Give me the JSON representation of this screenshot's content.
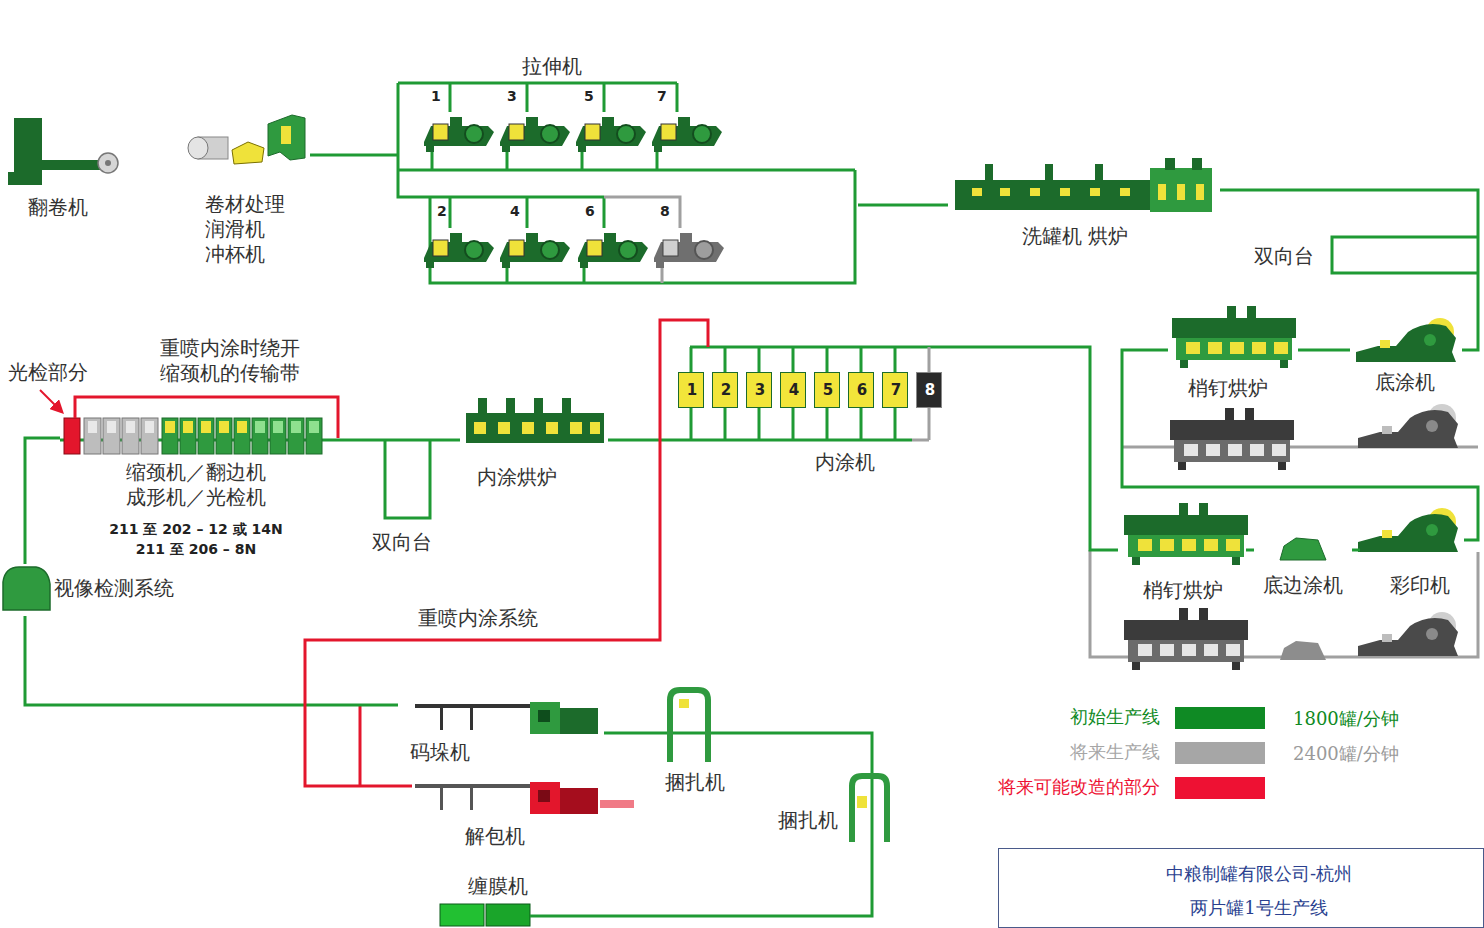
{
  "diagram": {
    "nodes": [
      {
        "text": [
          "翻卷机"
        ]
      },
      {
        "text": [
          "卷材处理 润滑机 冲杯机"
        ]
      },
      {
        "text": [
          "拉伸机"
        ]
      },
      {
        "text": [
          "洗罐机 烘炉"
        ]
      },
      {
        "text": [
          "双向台"
        ]
      },
      {
        "text": [
          "梢钉烘炉"
        ]
      },
      {
        "text": [
          "底涂机"
        ]
      },
      {
        "text": [
          "缩颈机／翻边机 成形机／光检机",
          "211 至 202 – 12 或 14N",
          "211 至 206 – 8N"
        ]
      },
      {
        "text": [
          "内涂烘炉"
        ]
      },
      {
        "text": [
          "内涂机"
        ]
      },
      {
        "text": [
          "1"
        ],
        "in": 9
      },
      {
        "text": [
          "2"
        ],
        "in": 9
      },
      {
        "text": [
          "3"
        ],
        "in": 9
      },
      {
        "text": [
          "4"
        ],
        "in": 9
      },
      {
        "text": [
          "5"
        ],
        "in": 9
      },
      {
        "text": [
          "6"
        ],
        "in": 9
      },
      {
        "text": [
          "7"
        ],
        "in": 9
      },
      {
        "text": [
          "8"
        ],
        "in": 9
      },
      {
        "text": [
          "双向台"
        ]
      },
      {
        "text": [
          "梢钉烘炉"
        ]
      },
      {
        "text": [
          "底边涂机"
        ]
      },
      {
        "text": [
          "彩印机"
        ]
      },
      {
        "text": [
          "视像检测系统"
        ]
      },
      {
        "text": [
          "码垛机"
        ]
      },
      {
        "text": [
          "捆扎机"
        ]
      },
      {
        "text": [
          "解包机"
        ]
      },
      {
        "text": [
          "捆扎机"
        ]
      },
      {
        "text": [
          "缠膜机"
        ]
      },
      {
        "text": [
          "中粮制罐有限公司-杭州",
          "两片罐1号生产线"
        ]
      }
    ],
    "edges": [
      {
        "from": 1,
        "to": 2,
        "arrow": "none"
      },
      {
        "from": 2,
        "to": 3,
        "arrow": "none"
      },
      {
        "from": 3,
        "to": 4,
        "arrow": "none"
      },
      {
        "from": 4,
        "to": 6,
        "arrow": "none"
      },
      {
        "from": 6,
        "to": 5,
        "arrow": "none"
      },
      {
        "from": 5,
        "to": 21,
        "arrow": "none"
      },
      {
        "from": 21,
        "to": 20,
        "arrow": "none"
      },
      {
        "from": 20,
        "to": 19,
        "arrow": "none"
      },
      {
        "from": 19,
        "to": 9,
        "arrow": "none"
      },
      {
        "from": 9,
        "to": 8,
        "arrow": "none"
      },
      {
        "from": 8,
        "to": 18,
        "arrow": "none"
      },
      {
        "from": 18,
        "to": 7,
        "arrow": "none"
      },
      {
        "from": 7,
        "to": 22,
        "arrow": "none"
      },
      {
        "from": 22,
        "to": 23,
        "arrow": "none"
      },
      {
        "from": 23,
        "to": 24,
        "arrow": "none"
      },
      {
        "from": 24,
        "to": 26,
        "arrow": "none"
      },
      {
        "from": 26,
        "to": 27,
        "arrow": "none"
      },
      {
        "from": 25,
        "to": 9,
        "label": "重喷内涂系统",
        "arrow": "none"
      }
    ],
    "labels": [
      "1",
      "3",
      "5",
      "7",
      "2",
      "4",
      "6",
      "8",
      "光检部分",
      "重喷内涂时绕开 缩颈机的传输带",
      "1800罐/分钟",
      "2400罐/分钟"
    ],
    "legend": [
      {
        "text": "初始生产线",
        "color": "#0f8a24"
      },
      {
        "text": "将来生产线",
        "color": "#a6a6a6"
      },
      {
        "text": "将来可能改造的部分",
        "color": "#ee1133"
      }
    ]
  }
}
